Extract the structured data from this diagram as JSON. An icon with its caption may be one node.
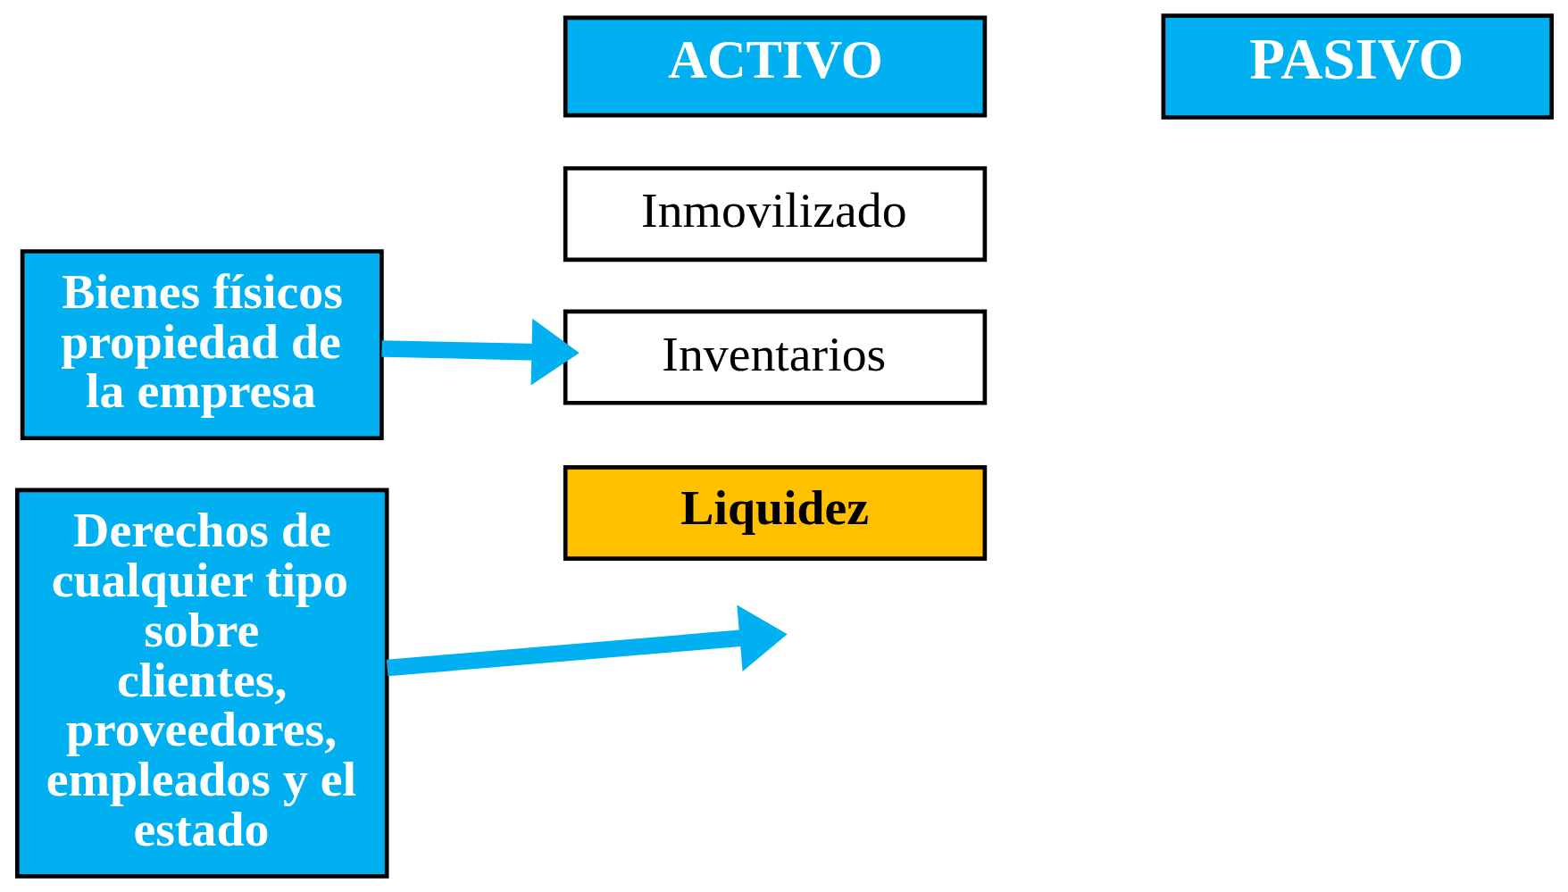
{
  "diagram": {
    "nodes": [
      {
        "text": [
          "ACTIVO"
        ]
      },
      {
        "text": [
          "PASIVO"
        ]
      },
      {
        "text": [
          "Bienes físicos propiedad de la empresa"
        ]
      },
      {
        "text": [
          "Inmovilizado"
        ]
      },
      {
        "text": [
          "Inventarios"
        ]
      },
      {
        "text": [
          "Liquidez"
        ]
      },
      {
        "text": [
          "Derechos de cualquier tipo sobre clientes, proveedores, empleados y el estado"
        ]
      }
    ],
    "edges": [
      {
        "from": 2,
        "to": 4,
        "arrow": "to"
      },
      {
        "from": 6,
        "to": null,
        "arrow": "to"
      }
    ]
  }
}
